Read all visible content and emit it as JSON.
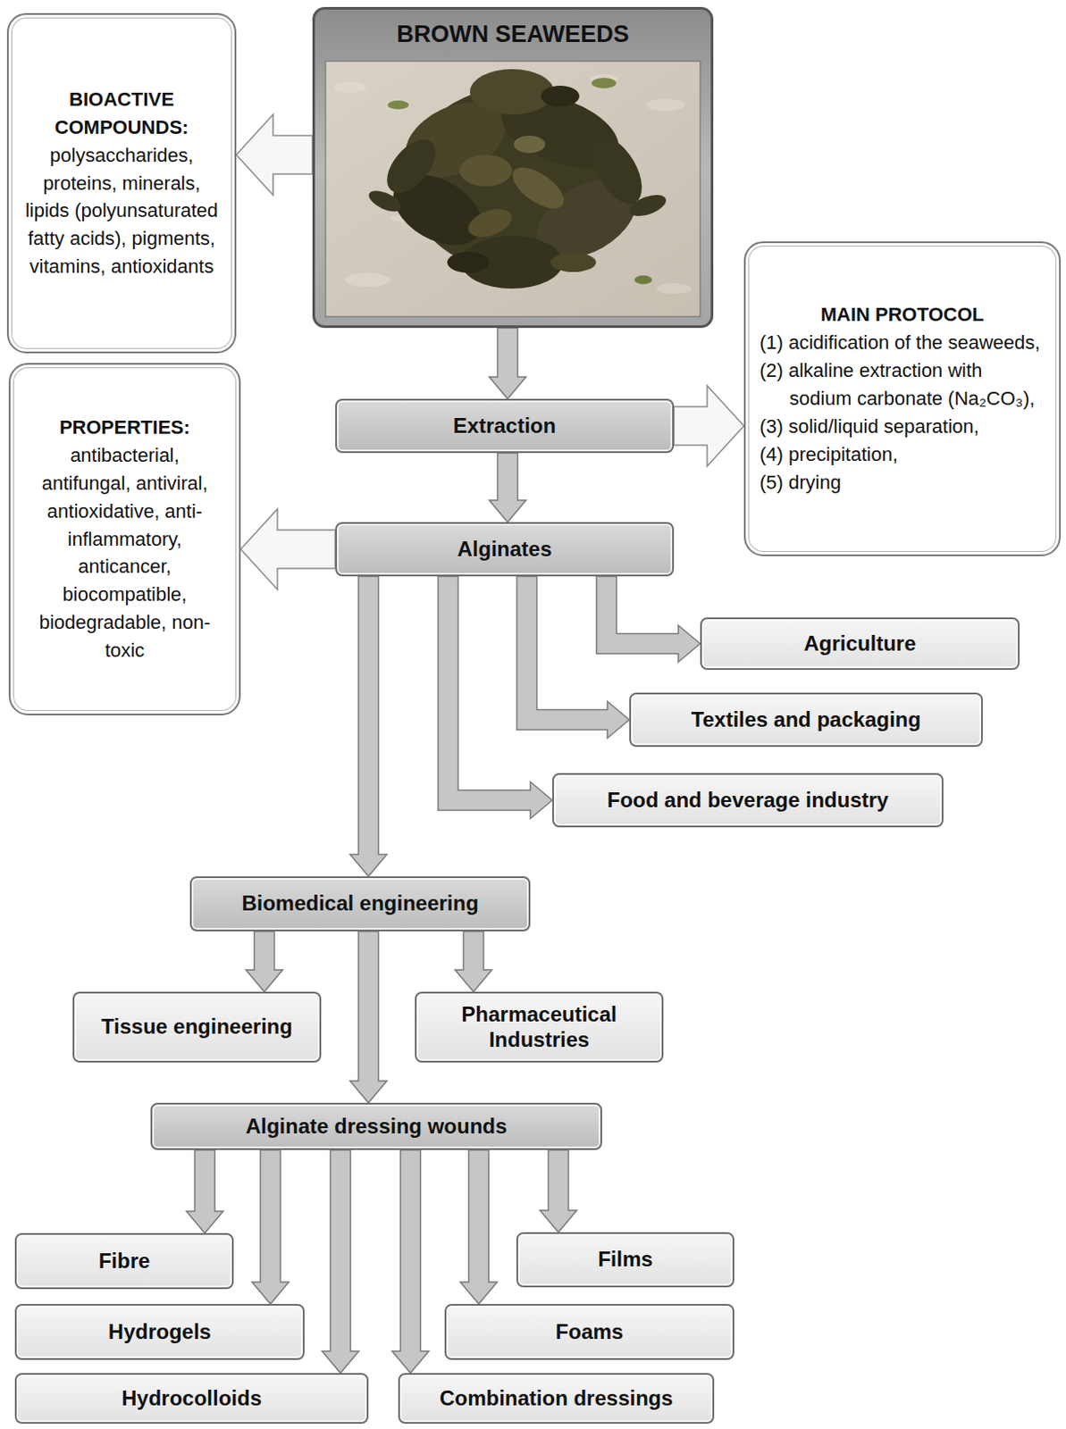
{
  "diagram": {
    "nodes": [
      {
        "text": [
          "BIOACTIVE COMPOUNDS:",
          "polysaccharides, proteins, minerals, lipids (polyunsaturated fatty acids), pigments, vitamins, antioxidants"
        ]
      },
      {
        "text": [
          "BROWN SEAWEEDS"
        ]
      },
      {
        "text": [
          "MAIN PROTOCOL",
          "(1) acidification of the seaweeds,",
          "(2) alkaline extraction with sodium carbonate (Na₂CO₃),",
          "(3) solid/liquid separation,",
          "(4) precipitation,",
          "(5) drying"
        ]
      },
      {
        "text": [
          "PROPERTIES:",
          "antibacterial, antifungal, antiviral, antioxidative, anti-inflammatory, anticancer, biocompatible, biodegradable, non-toxic"
        ]
      },
      {
        "text": [
          "Extraction"
        ]
      },
      {
        "text": [
          "Alginates"
        ]
      },
      {
        "text": [
          "Agriculture"
        ]
      },
      {
        "text": [
          "Textiles and packaging"
        ]
      },
      {
        "text": [
          "Food and beverage industry"
        ]
      },
      {
        "text": [
          "Biomedical engineering"
        ]
      },
      {
        "text": [
          "Tissue engineering"
        ]
      },
      {
        "text": [
          "Pharmaceutical Industries"
        ]
      },
      {
        "text": [
          "Alginate dressing wounds"
        ]
      },
      {
        "text": [
          "Fibre"
        ]
      },
      {
        "text": [
          "Films"
        ]
      },
      {
        "text": [
          "Hydrogels"
        ]
      },
      {
        "text": [
          "Foams"
        ]
      },
      {
        "text": [
          "Hydrocolloids"
        ]
      },
      {
        "text": [
          "Combination dressings"
        ]
      }
    ],
    "edges": [
      {
        "from": 1,
        "to": 0,
        "arrow": "to"
      },
      {
        "from": 1,
        "to": 4,
        "arrow": "to"
      },
      {
        "from": 4,
        "to": 2,
        "arrow": "to"
      },
      {
        "from": 4,
        "to": 5,
        "arrow": "to"
      },
      {
        "from": 5,
        "to": 3,
        "arrow": "to"
      },
      {
        "from": 5,
        "to": 6,
        "arrow": "to"
      },
      {
        "from": 5,
        "to": 7,
        "arrow": "to"
      },
      {
        "from": 5,
        "to": 8,
        "arrow": "to"
      },
      {
        "from": 5,
        "to": 9,
        "arrow": "to"
      },
      {
        "from": 9,
        "to": 10,
        "arrow": "to"
      },
      {
        "from": 9,
        "to": 11,
        "arrow": "to"
      },
      {
        "from": 9,
        "to": 12,
        "arrow": "to"
      },
      {
        "from": 12,
        "to": 13,
        "arrow": "to"
      },
      {
        "from": 12,
        "to": 15,
        "arrow": "to"
      },
      {
        "from": 12,
        "to": 17,
        "arrow": "to"
      },
      {
        "from": 12,
        "to": 18,
        "arrow": "to"
      },
      {
        "from": 12,
        "to": 16,
        "arrow": "to"
      },
      {
        "from": 12,
        "to": 14,
        "arrow": "to"
      }
    ]
  }
}
